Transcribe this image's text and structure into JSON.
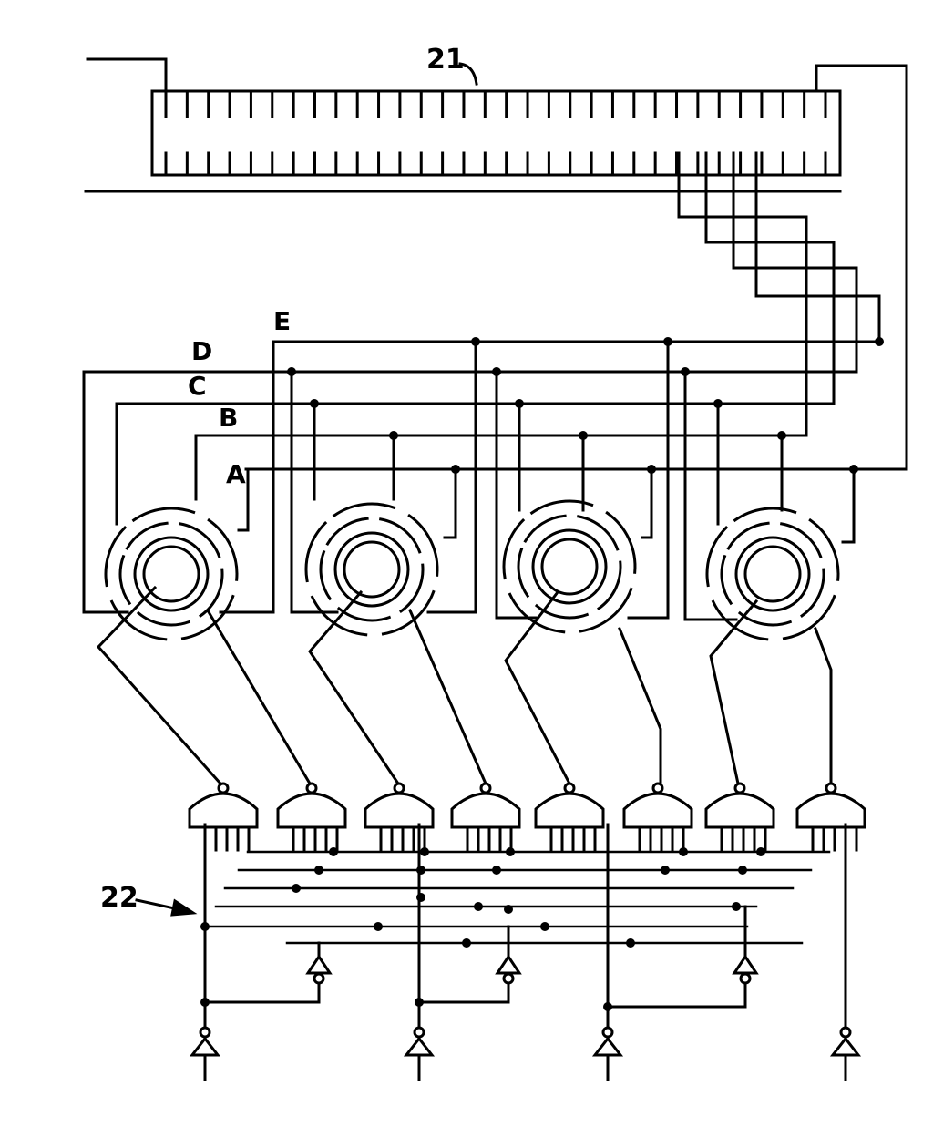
{
  "labels": {
    "ref_21": "21",
    "ref_22": "22",
    "line_e": "E",
    "line_d": "D",
    "line_c": "C",
    "line_b": "B",
    "line_a": "A"
  },
  "colors": {
    "ink": "#000000",
    "paper": "#ffffff"
  },
  "elements": {
    "connector_pins": 32,
    "rotary_switches": 4,
    "and_gates": 8,
    "input_buffers": 4,
    "inverters": 3
  }
}
